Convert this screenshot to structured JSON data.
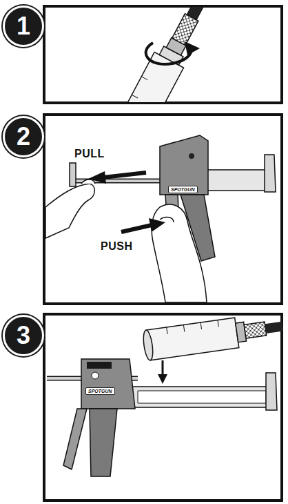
{
  "diagram": {
    "nodes": [
      {
        "text": [
          "1"
        ]
      },
      {
        "text": [
          "2"
        ]
      },
      {
        "text": [
          "3"
        ]
      }
    ],
    "labels": [
      "PULL",
      "PUSH",
      "SPOTGUN",
      "SPOTGUN"
    ]
  }
}
